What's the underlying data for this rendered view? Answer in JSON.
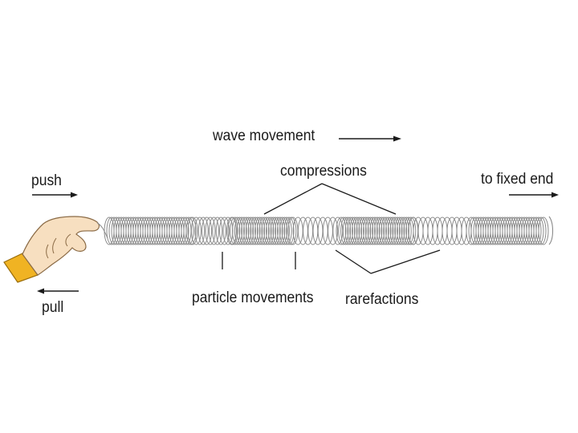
{
  "labels": {
    "wave_movement": "wave movement",
    "compressions": "compressions",
    "push": "push",
    "to_fixed_end": "to fixed end",
    "pull": "pull",
    "particle_movements": "particle movements",
    "rarefactions": "rarefactions"
  },
  "colors": {
    "ink": "#1a1a1a",
    "coil": "#8a8a8a",
    "skin": "#f7dfc0",
    "skin_outline": "#8a6a45",
    "sleeve": "#f0b323",
    "sleeve_outline": "#9a6d0a"
  },
  "icons": {
    "hand": "hand-pushing-icon"
  }
}
